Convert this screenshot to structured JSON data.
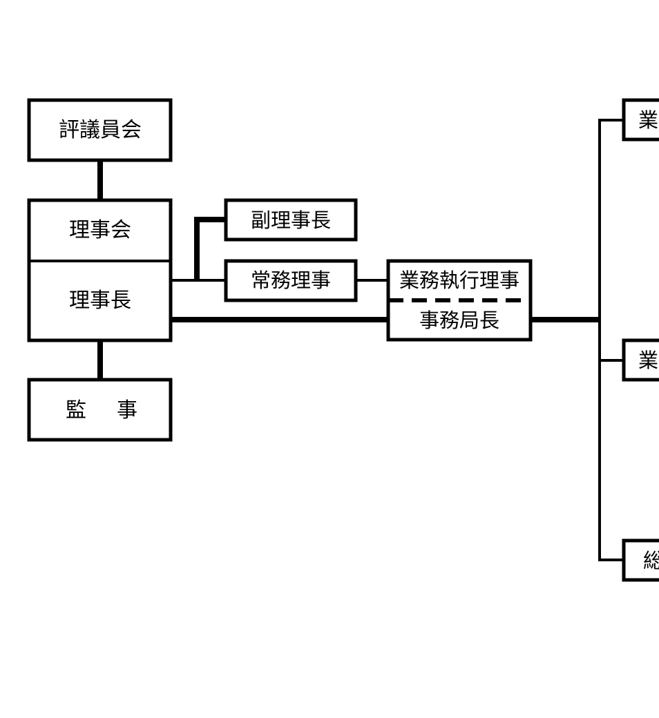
{
  "nodes": {
    "hyogiinkai": "評議員会",
    "rijikai": "理事会",
    "rijicho": "理事長",
    "kanji_left": "監",
    "kanji_right": "事",
    "fukurijicho": "副理事長",
    "jomuriji": "常務理事",
    "gyomushikkoriji": "業務執行理事",
    "jimukyokucho": "事務局長",
    "branch_1": "業",
    "branch_2": "業",
    "branch_3": "総"
  },
  "colors": {
    "line": "#000000",
    "box_fill": "#ffffff",
    "background": "#ffffff"
  }
}
